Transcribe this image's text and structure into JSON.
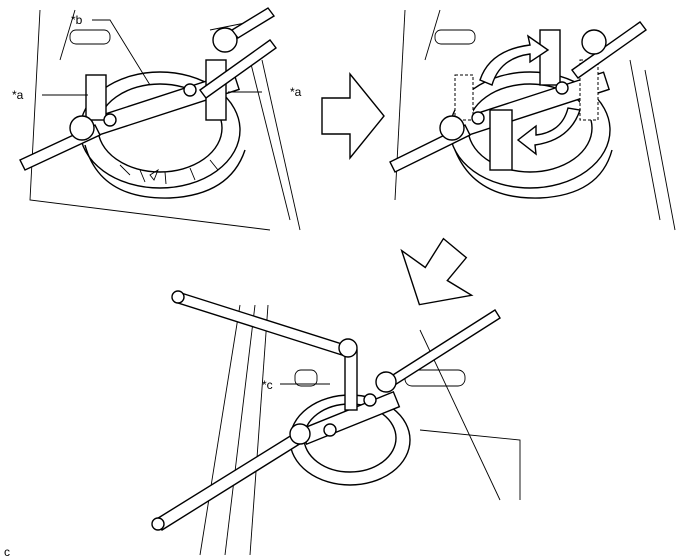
{
  "labels": {
    "a_left": "*a",
    "a_right": "*a",
    "b": "*b",
    "c": "*c",
    "figure_code": "c"
  },
  "panels": [
    {
      "id": "step-1",
      "tool": "wrench",
      "parts": [
        "*a",
        "*b"
      ]
    },
    {
      "id": "step-2",
      "action": "rotate"
    },
    {
      "id": "step-3",
      "tool": "wrench",
      "parts": [
        "*c"
      ]
    }
  ],
  "arrows": [
    "right-arrow",
    "down-left-arrow"
  ]
}
